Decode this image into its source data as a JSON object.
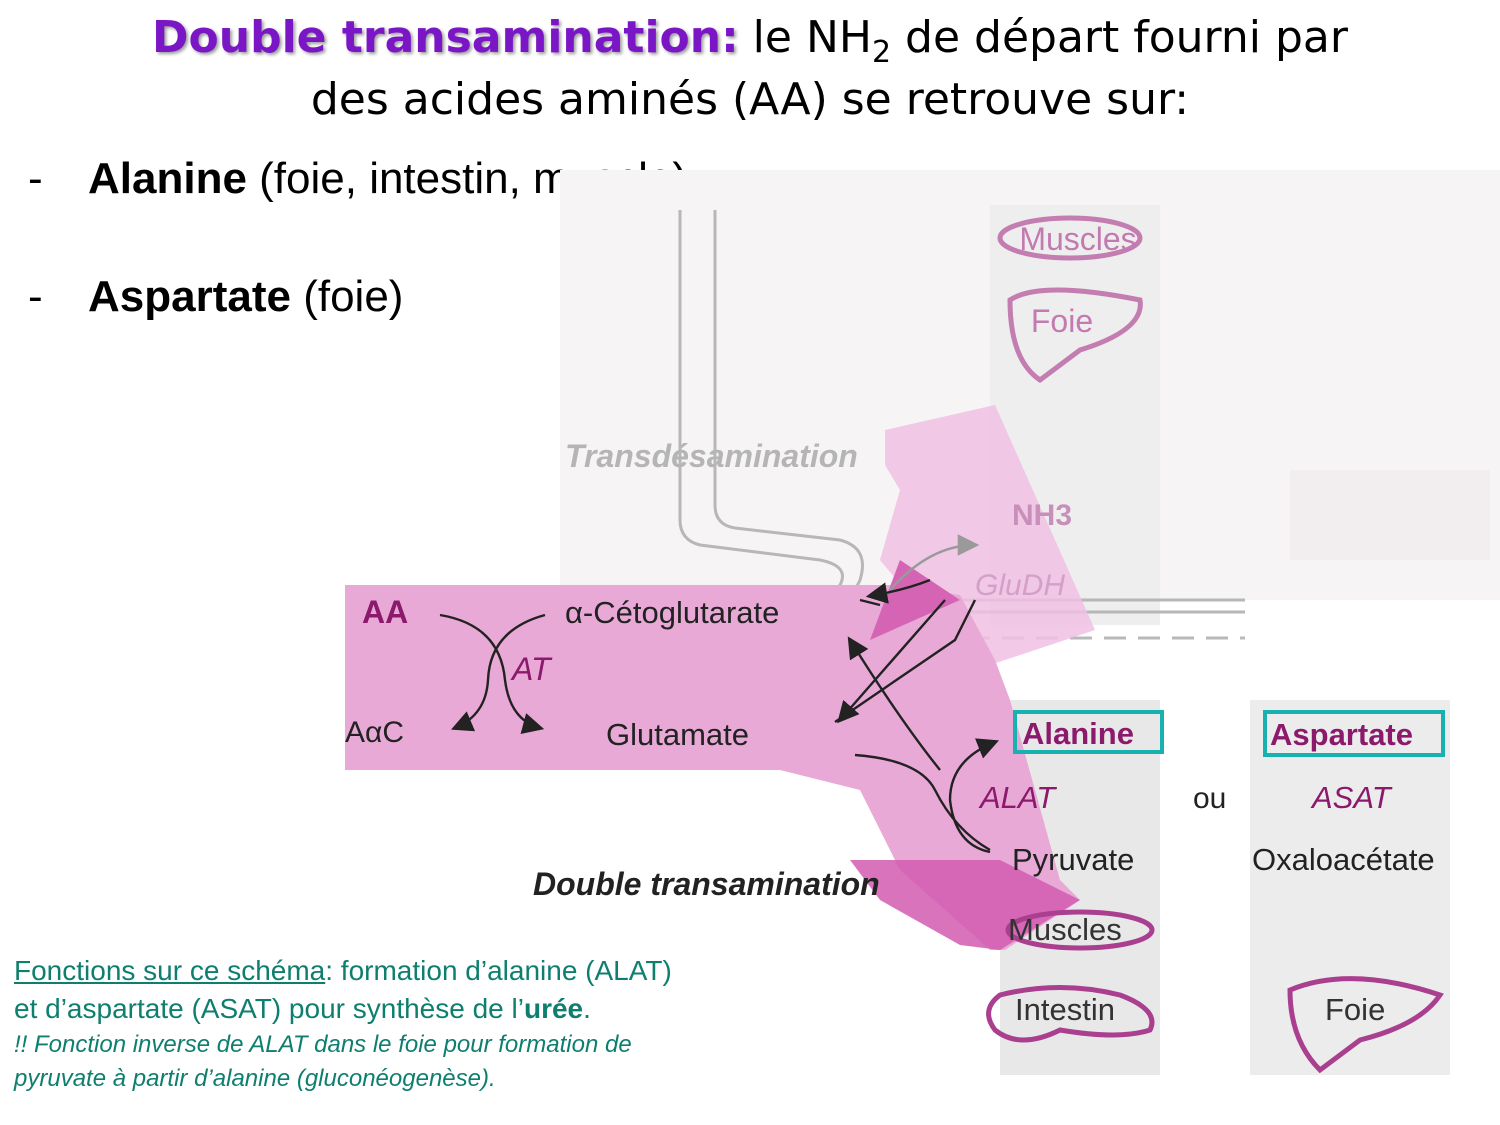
{
  "slide": {
    "title": {
      "strong": "Double transamination:",
      "rest_before_sub": " le NH",
      "subscript": "2",
      "rest_after_sub": " de départ fourni par",
      "line2": "des acides aminés (AA) se retrouve sur:"
    },
    "bullets": [
      {
        "dash": "-",
        "term": "Alanine",
        "detail": " (foie, intestin, muscle)"
      },
      {
        "dash": "-",
        "term": "Aspartate",
        "detail": " (foie)"
      }
    ]
  },
  "diagram": {
    "labels": {
      "muscles_top": "Muscles",
      "foie_top": "Foie",
      "transdesamination": "Transdésamination",
      "nh3": "NH3",
      "gludh": "GluDH",
      "aa": "AA",
      "at": "AT",
      "aac": "AαC",
      "cetoglutarate": "α-Cétoglutarate",
      "glutamate": "Glutamate",
      "alanine": "Alanine",
      "aspartate": "Aspartate",
      "alat": "ALAT",
      "ou": "ou",
      "asat": "ASAT",
      "pyruvate": "Pyruvate",
      "oxaloacetate": "Oxaloacétate",
      "double_transamination": "Double transamination",
      "muscles_bottom": "Muscles",
      "intestin": "Intestin",
      "foie_bottom": "Foie"
    },
    "colors": {
      "pink_band": "#e7a8d6",
      "pink_arrow": "#d666b6",
      "highlight_box": "#17b2b0",
      "label_purple": "#8c1a6c"
    }
  },
  "note": {
    "link_text": "Fonctions sur ce schéma",
    "line1_rest": ": formation d’alanine (ALAT)",
    "line2_before": "et d’aspartate (ASAT) pour synthèse de l’",
    "line2_strong": "urée",
    "line2_after": ".",
    "italic_line1": "!! Fonction inverse de ALAT dans le foie pour formation de",
    "italic_line2": "pyruvate à partir d’alanine (gluconéogenèse)."
  }
}
